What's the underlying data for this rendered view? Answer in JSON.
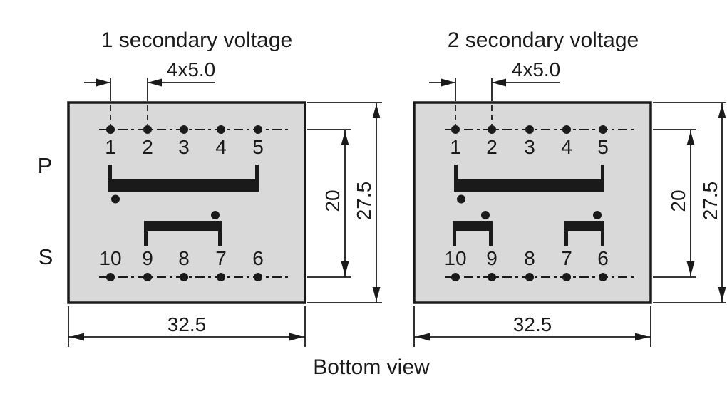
{
  "caption": "Bottom view",
  "row_labels": {
    "primary": "P",
    "secondary": "S"
  },
  "colors": {
    "package_fill": "#d9d9d9",
    "line": "#1a1a1a",
    "background": "#ffffff"
  },
  "diagrams": [
    {
      "title": "1 secondary voltage",
      "top_pins": [
        "1",
        "2",
        "3",
        "4",
        "5"
      ],
      "bottom_pins": [
        "10",
        "9",
        "8",
        "7",
        "6"
      ],
      "dims": {
        "pitch": "4x5.0",
        "width": "32.5",
        "span": "20",
        "height": "27.5"
      }
    },
    {
      "title": "2 secondary voltage",
      "top_pins": [
        "1",
        "2",
        "3",
        "4",
        "5"
      ],
      "bottom_pins": [
        "10",
        "9",
        "8",
        "7",
        "6"
      ],
      "dims": {
        "pitch": "4x5.0",
        "width": "32.5",
        "span": "20",
        "height": "27.5"
      }
    }
  ]
}
